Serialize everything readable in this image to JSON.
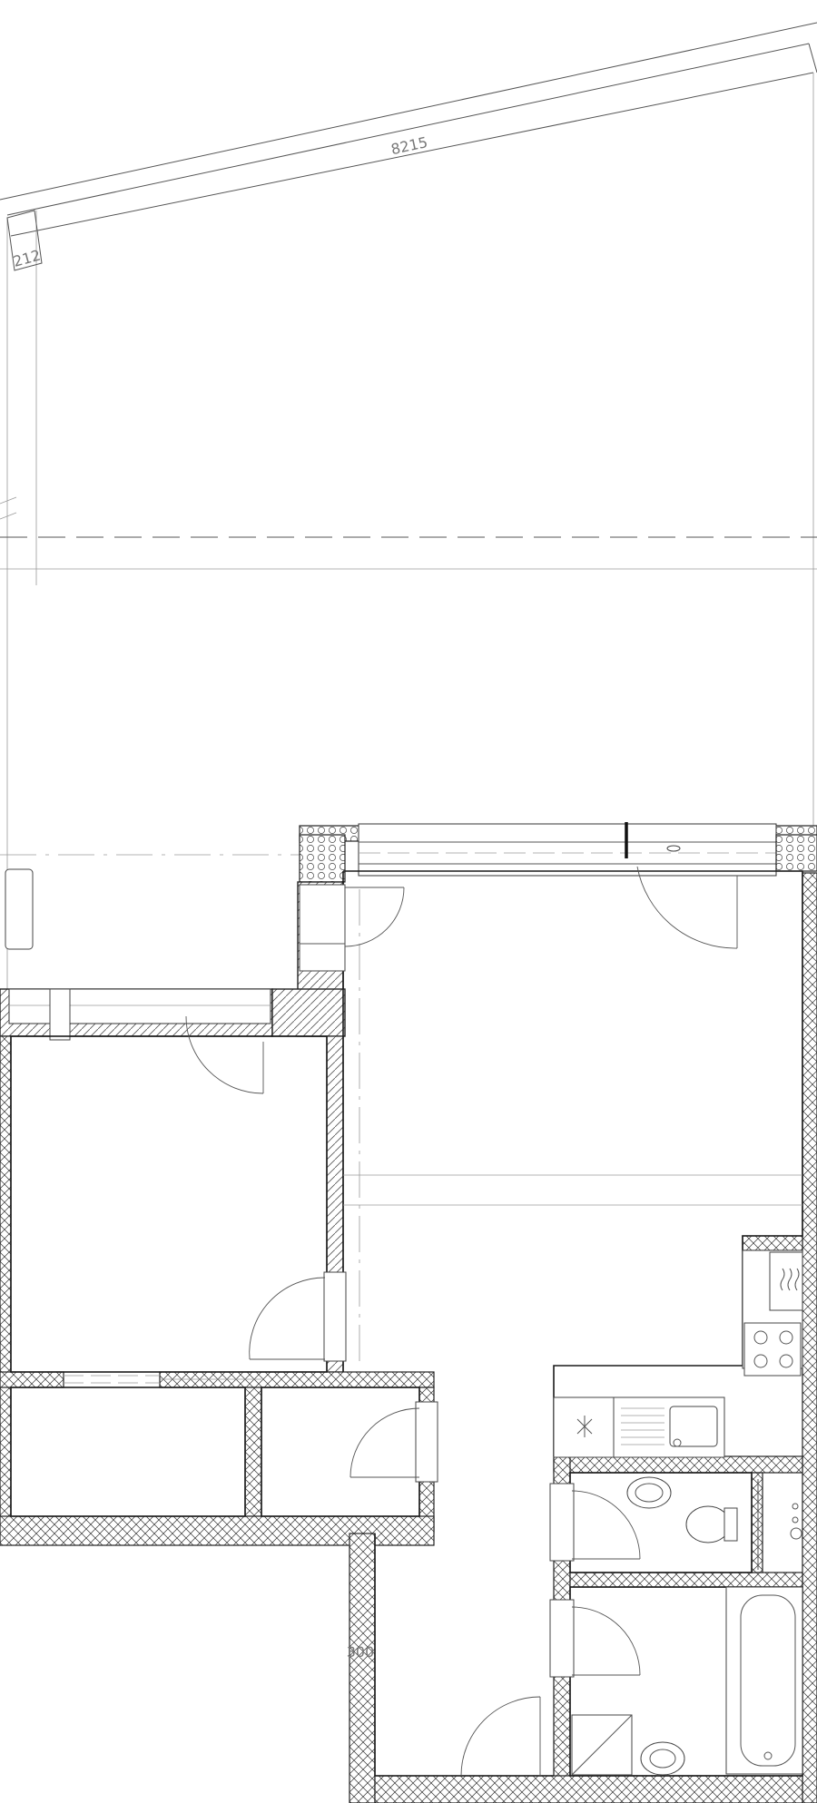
{
  "drawing": {
    "dimensions": {
      "roof_edge_length": "8215",
      "roof_overhang": "212",
      "wall_thickness": "300"
    }
  }
}
